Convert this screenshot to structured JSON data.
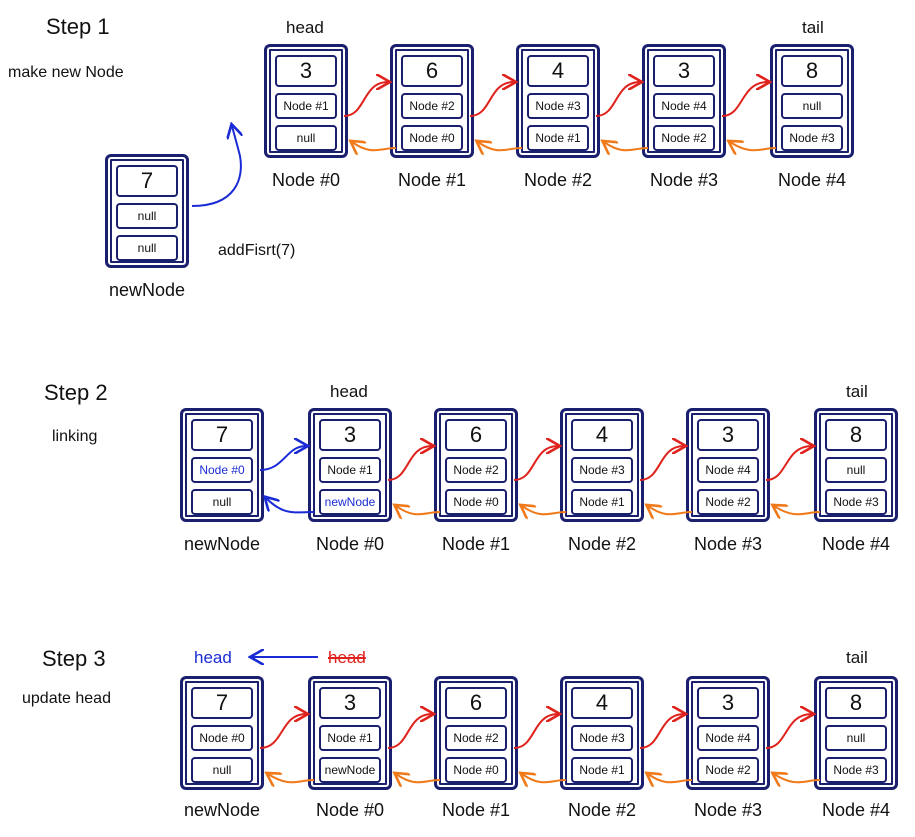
{
  "step1": {
    "title": "Step 1",
    "subtitle": "make new Node",
    "head_label": "head",
    "tail_label": "tail",
    "op_label": "addFisrt(7)",
    "new_node": {
      "name": "newNode",
      "value": "7",
      "next": "null",
      "prev": "null"
    },
    "nodes": [
      {
        "name": "Node #0",
        "value": "3",
        "next": "Node #1",
        "prev": "null"
      },
      {
        "name": "Node #1",
        "value": "6",
        "next": "Node #2",
        "prev": "Node #0"
      },
      {
        "name": "Node #2",
        "value": "4",
        "next": "Node #3",
        "prev": "Node #1"
      },
      {
        "name": "Node #3",
        "value": "3",
        "next": "Node #4",
        "prev": "Node #2"
      },
      {
        "name": "Node #4",
        "value": "8",
        "next": "null",
        "prev": "Node #3"
      }
    ]
  },
  "step2": {
    "title": "Step 2",
    "subtitle": "linking",
    "head_label": "head",
    "tail_label": "tail",
    "new_node": {
      "name": "newNode",
      "value": "7",
      "next": "Node #0",
      "prev": "null"
    },
    "nodes": [
      {
        "name": "Node #0",
        "value": "3",
        "next": "Node #1",
        "prev": "newNode"
      },
      {
        "name": "Node #1",
        "value": "6",
        "next": "Node #2",
        "prev": "Node #0"
      },
      {
        "name": "Node #2",
        "value": "4",
        "next": "Node #3",
        "prev": "Node #1"
      },
      {
        "name": "Node #3",
        "value": "3",
        "next": "Node #4",
        "prev": "Node #2"
      },
      {
        "name": "Node #4",
        "value": "8",
        "next": "null",
        "prev": "Node #3"
      }
    ]
  },
  "step3": {
    "title": "Step 3",
    "subtitle": "update head",
    "new_head_label": "head",
    "old_head_label": "head",
    "tail_label": "tail",
    "new_node": {
      "name": "newNode",
      "value": "7",
      "next": "Node #0",
      "prev": "null"
    },
    "nodes": [
      {
        "name": "Node #0",
        "value": "3",
        "next": "Node #1",
        "prev": "newNode"
      },
      {
        "name": "Node #1",
        "value": "6",
        "next": "Node #2",
        "prev": "Node #0"
      },
      {
        "name": "Node #2",
        "value": "4",
        "next": "Node #3",
        "prev": "Node #1"
      },
      {
        "name": "Node #3",
        "value": "3",
        "next": "Node #4",
        "prev": "Node #2"
      },
      {
        "name": "Node #4",
        "value": "8",
        "next": "null",
        "prev": "Node #3"
      }
    ]
  },
  "colors": {
    "node_border": "#1a1f6e",
    "next_arrow": "#e0221c",
    "prev_arrow": "#f07a1a",
    "new_link": "#1a2bd6"
  }
}
